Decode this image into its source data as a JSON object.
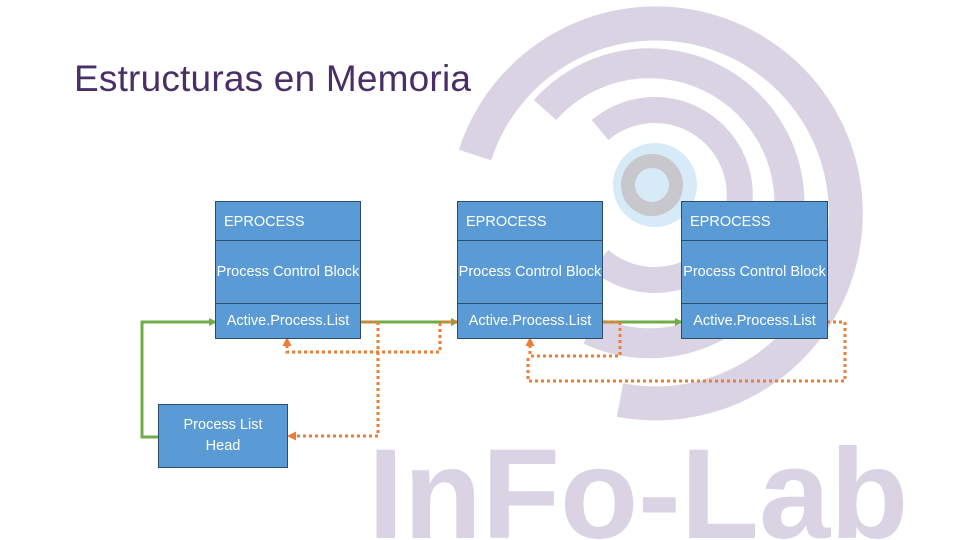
{
  "slide": {
    "title": "Estructuras en Memoria",
    "watermark_text": "InFo-Lab",
    "colors": {
      "box_fill": "#5b9bd5",
      "box_border": "#2f4a6b",
      "title": "#4a2f66",
      "watermark": "#d9d3e3",
      "forward_link": "#70ad47",
      "backward_link": "#ed7d31"
    }
  },
  "diagram": {
    "eprocess_blocks": [
      {
        "header": "EPROCESS",
        "pcb": "Process Control Block",
        "list": "Active.Process.List"
      },
      {
        "header": "EPROCESS",
        "pcb": "Process Control Block",
        "list": "Active.Process.List"
      },
      {
        "header": "EPROCESS",
        "pcb": "Process Control Block",
        "list": "Active.Process.List"
      }
    ],
    "list_head": "Process List Head",
    "links": {
      "forward": {
        "style": "solid",
        "icon": "arrow-right-icon"
      },
      "backward": {
        "style": "dotted",
        "icon": "arrow-up-icon"
      }
    }
  }
}
